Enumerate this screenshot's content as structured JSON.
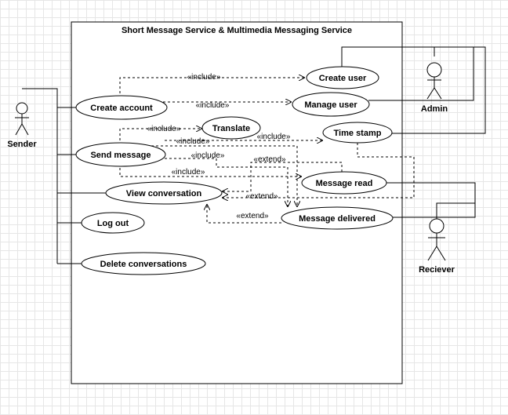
{
  "system": {
    "title": "Short Message Service & Multimedia Messaging Service"
  },
  "actors": {
    "sender": "Sender",
    "admin": "Admin",
    "receiver": "Reciever"
  },
  "use_cases": {
    "create_account": "Create account",
    "create_user": "Create user",
    "manage_user": "Manage user",
    "translate": "Translate",
    "time_stamp": "Time stamp",
    "send_message": "Send message",
    "message_read": "Message read",
    "view_conversation": "View conversation",
    "message_delivered": "Message delivered",
    "log_out": "Log out",
    "delete_conversations": "Delete conversations"
  },
  "relations": {
    "include_create_user": "«include»",
    "include_manage_user": "«include»",
    "include_translate": "«include»",
    "include_time_stamp_1": "«include»",
    "include_time_stamp_2": "«include»",
    "include_message_read": "«include»",
    "include_view_conversation": "«include»",
    "extend_read_view": "«extend»",
    "extend_read_delivered": "«extend»",
    "extend_delivered_view": "«extend»"
  }
}
